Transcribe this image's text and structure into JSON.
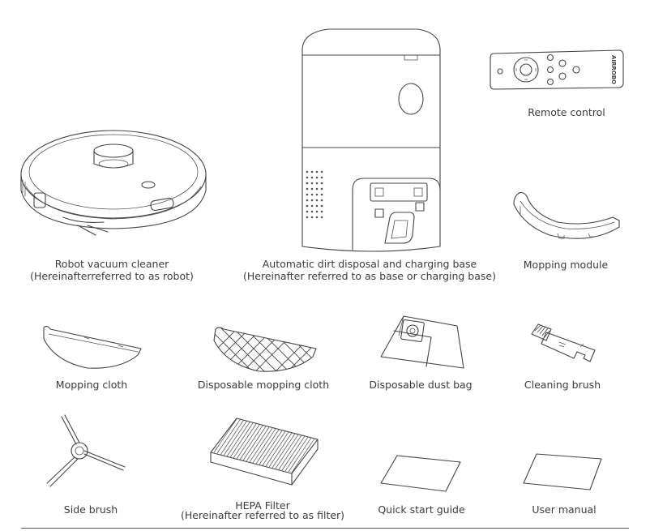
{
  "items": {
    "robot": {
      "label": "Robot vacuum cleaner",
      "sublabel": "(Hereinafterreferred to as robot)",
      "icon": "robot-vacuum-icon"
    },
    "base": {
      "label": "Automatic dirt disposal and charging base",
      "sublabel": "(Hereinafter referred to as base or charging base)",
      "icon": "charging-base-icon"
    },
    "remote": {
      "label": "Remote control",
      "icon": "remote-control-icon"
    },
    "mop_module": {
      "label": "Mopping module",
      "icon": "mopping-module-icon"
    },
    "mop_cloth": {
      "label": "Mopping cloth",
      "icon": "mopping-cloth-icon"
    },
    "disp_mop": {
      "label": "Disposable mopping cloth",
      "icon": "disposable-mopping-cloth-icon"
    },
    "dust_bag": {
      "label": "Disposable dust bag",
      "icon": "dust-bag-icon"
    },
    "brush": {
      "label": "Cleaning brush",
      "icon": "cleaning-brush-icon"
    },
    "side_brush": {
      "label": "Side brush",
      "icon": "side-brush-icon"
    },
    "hepa": {
      "label": "HEPA Filter",
      "sublabel": "(Hereinafter referred to as filter)",
      "icon": "hepa-filter-icon"
    },
    "quick_guide": {
      "label": "Quick start guide",
      "icon": "quick-start-guide-icon"
    },
    "manual": {
      "label": "User manual",
      "icon": "user-manual-icon"
    }
  },
  "remote_brand": "AIRROBO"
}
